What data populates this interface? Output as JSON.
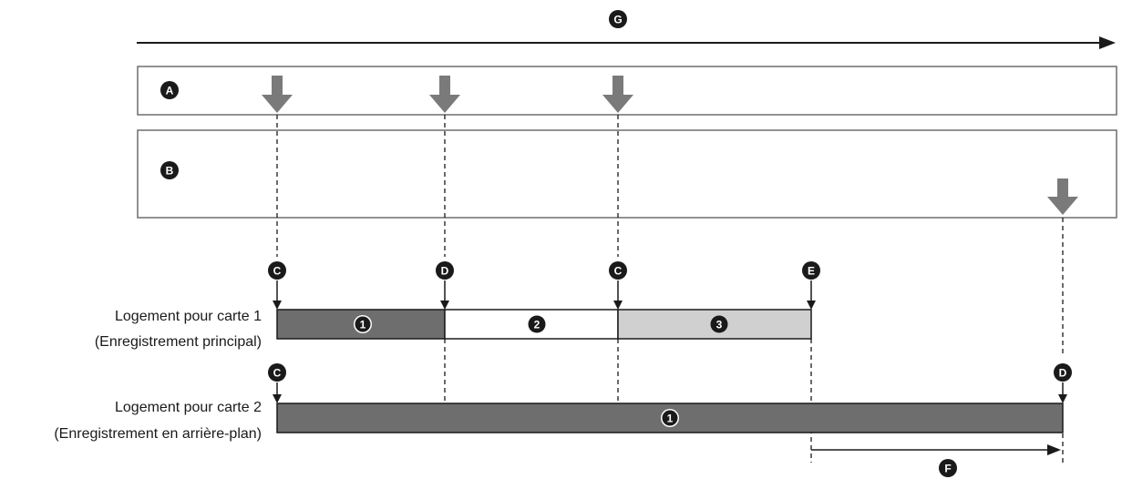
{
  "colors": {
    "dark_segment": "#6e6e6e",
    "light_segment": "#d0d0d0",
    "white_segment": "#ffffff",
    "arrow_gray": "#7a7a7a",
    "ink": "#1a1a1a"
  },
  "markers": {
    "g": "G",
    "a": "A",
    "b": "B",
    "c1": "C",
    "d1": "D",
    "c2": "C",
    "e": "E",
    "c3": "C",
    "d2": "D",
    "f": "F"
  },
  "slot1": {
    "line1": "Logement pour carte 1",
    "line2": "(Enregistrement principal)",
    "segments": [
      "1",
      "2",
      "3"
    ]
  },
  "slot2": {
    "line1": "Logement pour carte 2",
    "line2": "(Enregistrement en arrière-plan)",
    "segments": [
      "1"
    ]
  }
}
